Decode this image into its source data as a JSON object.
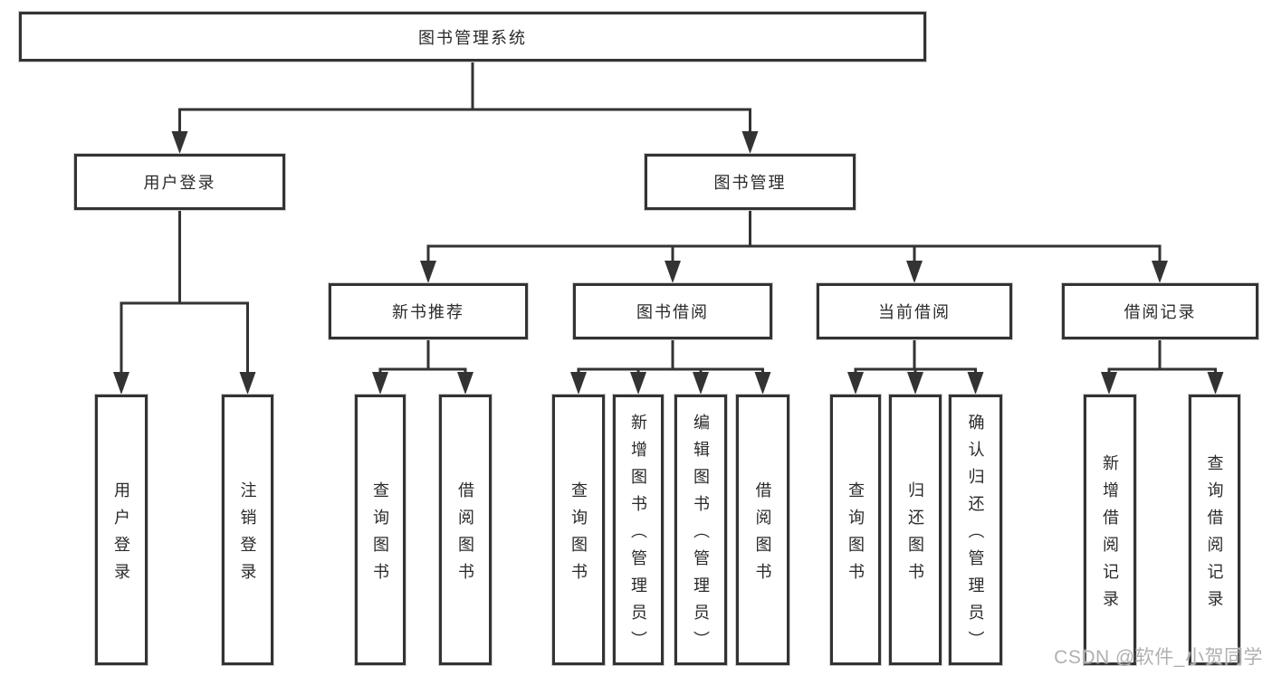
{
  "colors": {
    "line": "#333333",
    "box_border": "#333333",
    "box_fill": "#ffffff",
    "text": "#2a2a2a",
    "watermark": "#b0b0b0",
    "background": "#ffffff"
  },
  "watermark": {
    "text": "CSDN @软件_小贺同学"
  },
  "tree": {
    "label": "图书管理系统",
    "children": [
      {
        "label": "用户登录",
        "children": [
          {
            "label": "用户登录"
          },
          {
            "label": "注销登录"
          }
        ]
      },
      {
        "label": "图书管理",
        "children": [
          {
            "label": "新书推荐",
            "children": [
              {
                "label": "查询图书"
              },
              {
                "label": "借阅图书"
              }
            ]
          },
          {
            "label": "图书借阅",
            "children": [
              {
                "label": "查询图书"
              },
              {
                "label": "新增图书（管理员）"
              },
              {
                "label": "编辑图书（管理员）"
              },
              {
                "label": "借阅图书"
              }
            ]
          },
          {
            "label": "当前借阅",
            "children": [
              {
                "label": "查询图书"
              },
              {
                "label": "归还图书"
              },
              {
                "label": "确认归还（管理员）"
              }
            ]
          },
          {
            "label": "借阅记录",
            "children": [
              {
                "label": "新增借阅记录"
              },
              {
                "label": "查询借阅记录"
              }
            ]
          }
        ]
      }
    ]
  }
}
